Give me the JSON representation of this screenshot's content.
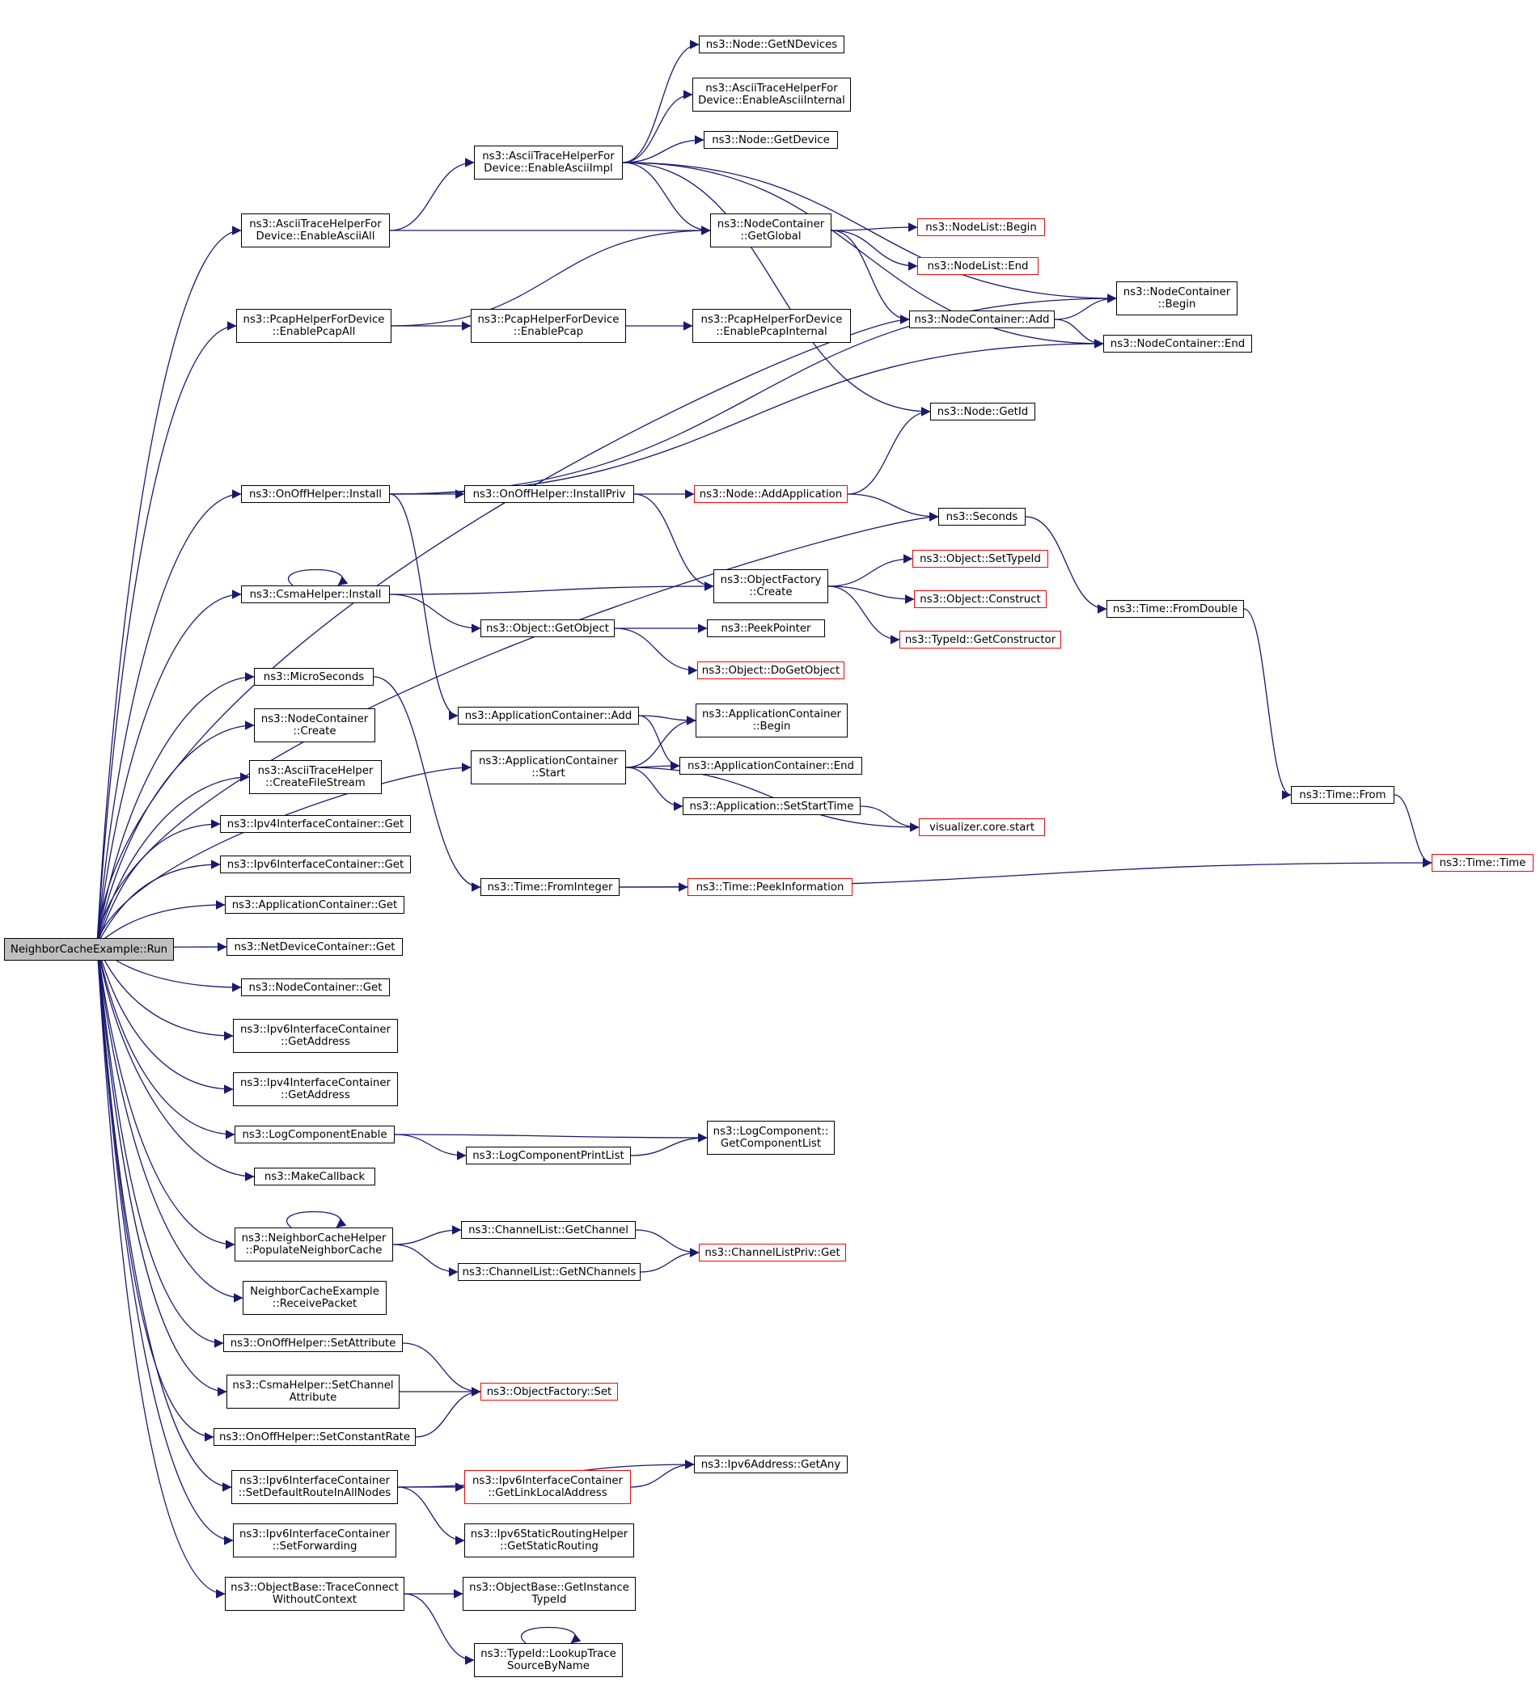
{
  "title": "NeighborCacheExample::Run call graph",
  "colors": {
    "edge": "#191970",
    "node_border": "#000000",
    "truncated_border": "#ff0000",
    "root_fill": "#bfbfbf"
  },
  "nodes": [
    {
      "id": "run",
      "label": "NeighborCacheExample::Run",
      "root": true
    },
    {
      "id": "ascii_all",
      "label": "ns3::AsciiTraceHelperFor\nDevice::EnableAsciiAll"
    },
    {
      "id": "pcap_all",
      "label": "ns3::PcapHelperForDevice\n::EnablePcapAll"
    },
    {
      "id": "onoff_install",
      "label": "ns3::OnOffHelper::Install"
    },
    {
      "id": "csma_install",
      "label": "ns3::CsmaHelper::Install"
    },
    {
      "id": "microseconds",
      "label": "ns3::MicroSeconds"
    },
    {
      "id": "nc_create",
      "label": "ns3::NodeContainer\n::Create"
    },
    {
      "id": "create_file_stream",
      "label": "ns3::AsciiTraceHelper\n::CreateFileStream"
    },
    {
      "id": "ipv4ic_get",
      "label": "ns3::Ipv4InterfaceContainer::Get"
    },
    {
      "id": "ipv6ic_get",
      "label": "ns3::Ipv6InterfaceContainer::Get"
    },
    {
      "id": "appc_get",
      "label": "ns3::ApplicationContainer::Get"
    },
    {
      "id": "ndc_get",
      "label": "ns3::NetDeviceContainer::Get"
    },
    {
      "id": "nc_get",
      "label": "ns3::NodeContainer::Get"
    },
    {
      "id": "ipv6ic_getaddr",
      "label": "ns3::Ipv6InterfaceContainer\n::GetAddress"
    },
    {
      "id": "ipv4ic_getaddr",
      "label": "ns3::Ipv4InterfaceContainer\n::GetAddress"
    },
    {
      "id": "log_enable",
      "label": "ns3::LogComponentEnable"
    },
    {
      "id": "make_callback",
      "label": "ns3::MakeCallback"
    },
    {
      "id": "populate",
      "label": "ns3::NeighborCacheHelper\n::PopulateNeighborCache"
    },
    {
      "id": "receive_packet",
      "label": "NeighborCacheExample\n::ReceivePacket"
    },
    {
      "id": "onoff_setattr",
      "label": "ns3::OnOffHelper::SetAttribute"
    },
    {
      "id": "csma_setchan",
      "label": "ns3::CsmaHelper::SetChannel\nAttribute"
    },
    {
      "id": "onoff_setrate",
      "label": "ns3::OnOffHelper::SetConstantRate"
    },
    {
      "id": "ipv6ic_setdefault",
      "label": "ns3::Ipv6InterfaceContainer\n::SetDefaultRouteInAllNodes"
    },
    {
      "id": "ipv6ic_setfwd",
      "label": "ns3::Ipv6InterfaceContainer\n::SetForwarding"
    },
    {
      "id": "trace_connect",
      "label": "ns3::ObjectBase::TraceConnect\nWithoutContext"
    },
    {
      "id": "ascii_impl",
      "label": "ns3::AsciiTraceHelperFor\nDevice::EnableAsciiImpl"
    },
    {
      "id": "pcap_enable",
      "label": "ns3::PcapHelperForDevice\n::EnablePcap"
    },
    {
      "id": "onoff_installpriv",
      "label": "ns3::OnOffHelper::InstallPriv"
    },
    {
      "id": "obj_getobject",
      "label": "ns3::Object::GetObject"
    },
    {
      "id": "appc_add",
      "label": "ns3::ApplicationContainer::Add"
    },
    {
      "id": "appc_start",
      "label": "ns3::ApplicationContainer\n::Start"
    },
    {
      "id": "time_fromint",
      "label": "ns3::Time::FromInteger"
    },
    {
      "id": "log_printlist",
      "label": "ns3::LogComponentPrintList"
    },
    {
      "id": "chl_getchannel",
      "label": "ns3::ChannelList::GetChannel"
    },
    {
      "id": "chl_getn",
      "label": "ns3::ChannelList::GetNChannels"
    },
    {
      "id": "of_set",
      "label": "ns3::ObjectFactory::Set",
      "truncated": true
    },
    {
      "id": "ipv6ic_getll",
      "label": "ns3::Ipv6InterfaceContainer\n::GetLinkLocalAddress",
      "truncated": true
    },
    {
      "id": "ipv6static",
      "label": "ns3::Ipv6StaticRoutingHelper\n::GetStaticRouting"
    },
    {
      "id": "getinstancetid",
      "label": "ns3::ObjectBase::GetInstance\nTypeId"
    },
    {
      "id": "lookuptrace",
      "label": "ns3::TypeId::LookupTrace\nSourceByName"
    },
    {
      "id": "node_getndev",
      "label": "ns3::Node::GetNDevices"
    },
    {
      "id": "ascii_internal",
      "label": "ns3::AsciiTraceHelperFor\nDevice::EnableAsciiInternal"
    },
    {
      "id": "node_getdev",
      "label": "ns3::Node::GetDevice"
    },
    {
      "id": "nc_getglobal",
      "label": "ns3::NodeContainer\n::GetGlobal"
    },
    {
      "id": "pcap_internal",
      "label": "ns3::PcapHelperForDevice\n::EnablePcapInternal"
    },
    {
      "id": "node_addapp",
      "label": "ns3::Node::AddApplication",
      "truncated": true
    },
    {
      "id": "of_create",
      "label": "ns3::ObjectFactory\n::Create"
    },
    {
      "id": "peekpointer",
      "label": "ns3::PeekPointer"
    },
    {
      "id": "obj_dogetobject",
      "label": "ns3::Object::DoGetObject",
      "truncated": true
    },
    {
      "id": "appc_begin",
      "label": "ns3::ApplicationContainer\n::Begin"
    },
    {
      "id": "appc_end",
      "label": "ns3::ApplicationContainer::End"
    },
    {
      "id": "app_setstart",
      "label": "ns3::Application::SetStartTime"
    },
    {
      "id": "time_peekinfo",
      "label": "ns3::Time::PeekInformation",
      "truncated": true
    },
    {
      "id": "log_getlist",
      "label": "ns3::LogComponent::\nGetComponentList"
    },
    {
      "id": "chlpriv_get",
      "label": "ns3::ChannelListPriv::Get",
      "truncated": true
    },
    {
      "id": "ipv6addr_getany",
      "label": "ns3::Ipv6Address::GetAny"
    },
    {
      "id": "nodelist_begin",
      "label": "ns3::NodeList::Begin",
      "truncated": true
    },
    {
      "id": "nodelist_end",
      "label": "ns3::NodeList::End",
      "truncated": true
    },
    {
      "id": "nc_add",
      "label": "ns3::NodeContainer::Add"
    },
    {
      "id": "node_getid",
      "label": "ns3::Node::GetId"
    },
    {
      "id": "seconds",
      "label": "ns3::Seconds"
    },
    {
      "id": "obj_settypeid",
      "label": "ns3::Object::SetTypeId",
      "truncated": true
    },
    {
      "id": "obj_construct",
      "label": "ns3::Object::Construct",
      "truncated": true
    },
    {
      "id": "tid_getctor",
      "label": "ns3::TypeId::GetConstructor",
      "truncated": true
    },
    {
      "id": "viz_start",
      "label": "visualizer.core.start",
      "truncated": true
    },
    {
      "id": "nc_begin",
      "label": "ns3::NodeContainer\n::Begin"
    },
    {
      "id": "nc_end",
      "label": "ns3::NodeContainer::End"
    },
    {
      "id": "time_fromdouble",
      "label": "ns3::Time::FromDouble"
    },
    {
      "id": "time_from",
      "label": "ns3::Time::From"
    },
    {
      "id": "time_time",
      "label": "ns3::Time::Time",
      "truncated": true
    }
  ],
  "edges": [
    [
      "run",
      "ascii_all"
    ],
    [
      "run",
      "pcap_all"
    ],
    [
      "run",
      "onoff_install"
    ],
    [
      "run",
      "seconds"
    ],
    [
      "run",
      "csma_install"
    ],
    [
      "run",
      "appc_start"
    ],
    [
      "run",
      "microseconds"
    ],
    [
      "run",
      "nc_create"
    ],
    [
      "run",
      "create_file_stream"
    ],
    [
      "run",
      "ipv4ic_get"
    ],
    [
      "run",
      "ipv6ic_get"
    ],
    [
      "run",
      "appc_get"
    ],
    [
      "run",
      "ndc_get"
    ],
    [
      "run",
      "nc_get"
    ],
    [
      "run",
      "ipv6ic_getaddr"
    ],
    [
      "run",
      "ipv4ic_getaddr"
    ],
    [
      "run",
      "log_enable"
    ],
    [
      "run",
      "make_callback"
    ],
    [
      "run",
      "populate"
    ],
    [
      "run",
      "receive_packet"
    ],
    [
      "run",
      "onoff_setattr"
    ],
    [
      "run",
      "csma_setchan"
    ],
    [
      "run",
      "onoff_setrate"
    ],
    [
      "run",
      "ipv6ic_setdefault"
    ],
    [
      "run",
      "ipv6ic_setfwd"
    ],
    [
      "run",
      "trace_connect"
    ],
    [
      "run",
      "nc_add"
    ],
    [
      "ascii_all",
      "ascii_impl"
    ],
    [
      "ascii_all",
      "nc_getglobal"
    ],
    [
      "ascii_impl",
      "node_getndev"
    ],
    [
      "ascii_impl",
      "ascii_internal"
    ],
    [
      "ascii_impl",
      "node_getdev"
    ],
    [
      "ascii_impl",
      "nc_getglobal"
    ],
    [
      "ascii_impl",
      "nc_begin"
    ],
    [
      "ascii_impl",
      "nc_end"
    ],
    [
      "ascii_impl",
      "node_getid"
    ],
    [
      "nc_getglobal",
      "nodelist_begin"
    ],
    [
      "nc_getglobal",
      "nodelist_end"
    ],
    [
      "nc_getglobal",
      "nc_add"
    ],
    [
      "nc_add",
      "nc_begin"
    ],
    [
      "nc_add",
      "nc_end"
    ],
    [
      "pcap_all",
      "nc_getglobal"
    ],
    [
      "pcap_all",
      "pcap_enable"
    ],
    [
      "pcap_enable",
      "pcap_internal"
    ],
    [
      "onoff_install",
      "nc_begin"
    ],
    [
      "onoff_install",
      "nc_end"
    ],
    [
      "onoff_install",
      "onoff_installpriv"
    ],
    [
      "onoff_install",
      "appc_add"
    ],
    [
      "onoff_installpriv",
      "node_addapp"
    ],
    [
      "onoff_installpriv",
      "of_create"
    ],
    [
      "node_addapp",
      "node_getid"
    ],
    [
      "node_addapp",
      "seconds"
    ],
    [
      "seconds",
      "time_fromdouble"
    ],
    [
      "time_fromdouble",
      "time_from"
    ],
    [
      "time_from",
      "time_time"
    ],
    [
      "csma_install",
      "csma_install"
    ],
    [
      "csma_install",
      "of_create"
    ],
    [
      "csma_install",
      "obj_getobject"
    ],
    [
      "of_create",
      "obj_settypeid"
    ],
    [
      "of_create",
      "obj_construct"
    ],
    [
      "of_create",
      "tid_getctor"
    ],
    [
      "obj_getobject",
      "peekpointer"
    ],
    [
      "obj_getobject",
      "obj_dogetobject"
    ],
    [
      "appc_add",
      "appc_begin"
    ],
    [
      "appc_add",
      "appc_end"
    ],
    [
      "appc_start",
      "appc_begin"
    ],
    [
      "appc_start",
      "appc_end"
    ],
    [
      "appc_start",
      "app_setstart"
    ],
    [
      "appc_start",
      "viz_start"
    ],
    [
      "app_setstart",
      "viz_start"
    ],
    [
      "microseconds",
      "time_fromint"
    ],
    [
      "time_fromint",
      "time_peekinfo"
    ],
    [
      "time_fromint",
      "time_time"
    ],
    [
      "log_enable",
      "log_getlist"
    ],
    [
      "log_enable",
      "log_printlist"
    ],
    [
      "log_printlist",
      "log_getlist"
    ],
    [
      "populate",
      "populate"
    ],
    [
      "populate",
      "chl_getchannel"
    ],
    [
      "populate",
      "chl_getn"
    ],
    [
      "chl_getchannel",
      "chlpriv_get"
    ],
    [
      "chl_getn",
      "chlpriv_get"
    ],
    [
      "onoff_setattr",
      "of_set"
    ],
    [
      "csma_setchan",
      "of_set"
    ],
    [
      "onoff_setrate",
      "of_set"
    ],
    [
      "ipv6ic_setdefault",
      "ipv6addr_getany"
    ],
    [
      "ipv6ic_setdefault",
      "ipv6ic_getll"
    ],
    [
      "ipv6ic_setdefault",
      "ipv6static"
    ],
    [
      "ipv6ic_getll",
      "ipv6addr_getany"
    ],
    [
      "trace_connect",
      "getinstancetid"
    ],
    [
      "trace_connect",
      "lookuptrace"
    ],
    [
      "lookuptrace",
      "lookuptrace"
    ]
  ]
}
